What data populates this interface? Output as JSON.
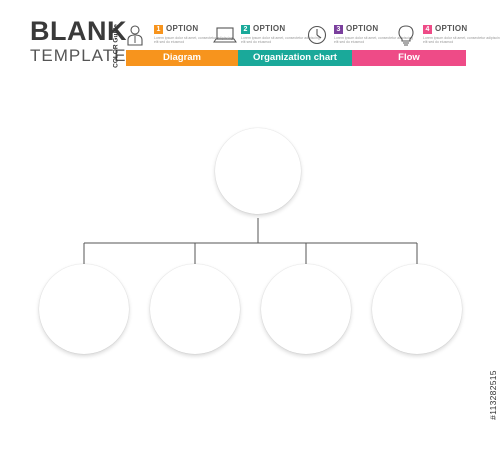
{
  "title": {
    "line1": "BLANK",
    "line2": "TEMPLATE"
  },
  "color_guide_label": "COLOR Guide",
  "options": [
    {
      "number": "1",
      "label": "OPTION",
      "icon": "person-icon",
      "color": "#f7941d",
      "description": "Lorem ipsum dolor sit amet, consectetur adipiscing elit sed do eiusmod"
    },
    {
      "number": "2",
      "label": "OPTION",
      "icon": "laptop-icon",
      "color": "#1aa99a",
      "description": "Lorem ipsum dolor sit amet, consectetur adipiscing elit sed do eiusmod"
    },
    {
      "number": "3",
      "label": "OPTION",
      "icon": "clock-icon",
      "color": "#7a3f9d",
      "description": "Lorem ipsum dolor sit amet, consectetur adipiscing elit sed do eiusmod"
    },
    {
      "number": "4",
      "label": "OPTION",
      "icon": "lightbulb-icon",
      "color": "#ee4b87",
      "description": "Lorem ipsum dolor sit amet, consectetur adipiscing elit sed do eiusmod"
    }
  ],
  "bar_segments": [
    {
      "label": "Diagram",
      "color": "#f7941d"
    },
    {
      "label": "Organization chart",
      "color": "#1aa99a"
    },
    {
      "label": "Flow",
      "color": "#ee4b87"
    }
  ],
  "diagram": {
    "root": {
      "label": ""
    },
    "children": [
      {
        "label": ""
      },
      {
        "label": ""
      },
      {
        "label": ""
      },
      {
        "label": ""
      }
    ],
    "line_color": "#555555"
  },
  "watermark": "#113282515"
}
